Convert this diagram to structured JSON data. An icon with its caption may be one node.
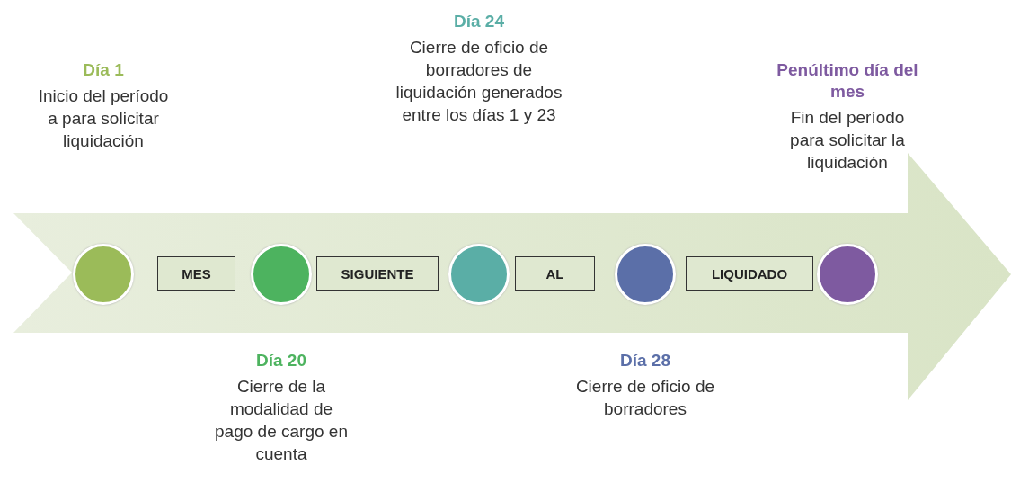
{
  "diagram": {
    "nodes": [
      {
        "text": [],
        "shape": "circle",
        "beside": [
          "Día 1",
          "Inicio del período a para solicitar liquidación"
        ]
      },
      {
        "text": [
          "MES"
        ]
      },
      {
        "text": [],
        "shape": "circle",
        "beside": [
          "Día 20",
          "Cierre de la modalidad de pago de cargo en cuenta"
        ]
      },
      {
        "text": [
          "SIGUIENTE"
        ]
      },
      {
        "text": [],
        "shape": "circle",
        "beside": [
          "Día 24",
          "Cierre de oficio de borradores de liquidación generados entre los días 1 y 23"
        ]
      },
      {
        "text": [
          "AL"
        ]
      },
      {
        "text": [],
        "shape": "circle",
        "beside": [
          "Día 28",
          "Cierre de oficio de borradores"
        ]
      },
      {
        "text": [
          "LIQUIDADO"
        ]
      },
      {
        "text": [],
        "shape": "circle",
        "beside": [
          "Penúltimo día del mes",
          "Fin del período para solicitar la liquidación"
        ]
      }
    ]
  }
}
